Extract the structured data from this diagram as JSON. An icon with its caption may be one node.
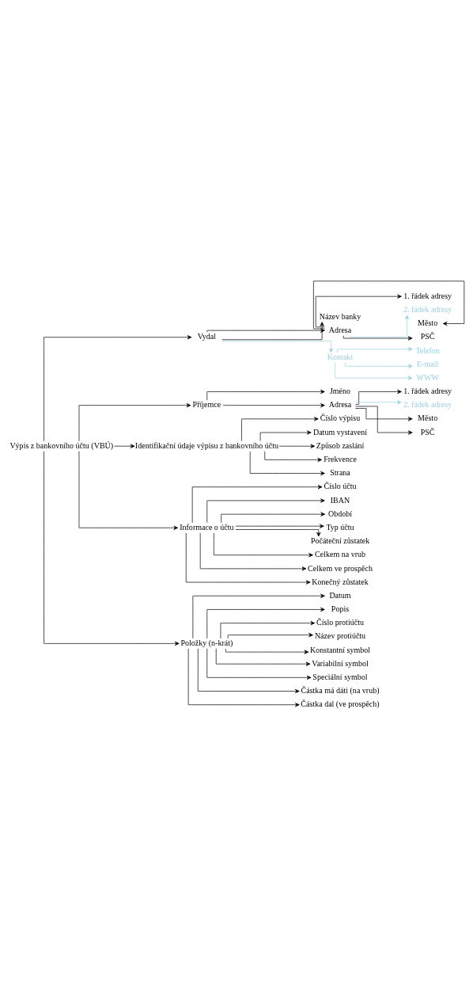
{
  "diagram": {
    "nodes": [
      {
        "text": [
          "Výpis z bankovního účtu (VBÚ)"
        ]
      },
      {
        "text": [
          "Vydal"
        ]
      },
      {
        "text": [
          "Název banky"
        ]
      },
      {
        "text": [
          "Adresa"
        ]
      },
      {
        "text": [
          "1. řádek adresy"
        ]
      },
      {
        "text": [
          "2. řádek adresy"
        ]
      },
      {
        "text": [
          "Město"
        ]
      },
      {
        "text": [
          "PSČ"
        ]
      },
      {
        "text": [
          "Kontakt"
        ]
      },
      {
        "text": [
          "Telefon"
        ]
      },
      {
        "text": [
          "E-mail"
        ]
      },
      {
        "text": [
          "WWW"
        ]
      },
      {
        "text": [
          "Příjemce"
        ]
      },
      {
        "text": [
          "Jméno"
        ]
      },
      {
        "text": [
          "Adresa"
        ]
      },
      {
        "text": [
          "1. řádek adresy"
        ]
      },
      {
        "text": [
          "2. řádek adresy"
        ]
      },
      {
        "text": [
          "Město"
        ]
      },
      {
        "text": [
          "PSČ"
        ]
      },
      {
        "text": [
          "Identifikační údaje výpisu z bankovního účtu"
        ]
      },
      {
        "text": [
          "Číslo výpisu"
        ]
      },
      {
        "text": [
          "Datum vystavení"
        ]
      },
      {
        "text": [
          "Způsob zaslání"
        ]
      },
      {
        "text": [
          "Frekvence"
        ]
      },
      {
        "text": [
          "Strana"
        ]
      },
      {
        "text": [
          "Informace o účtu"
        ]
      },
      {
        "text": [
          "Číslo účtu"
        ]
      },
      {
        "text": [
          "IBAN"
        ]
      },
      {
        "text": [
          "Období"
        ]
      },
      {
        "text": [
          "Typ účtu"
        ]
      },
      {
        "text": [
          "Počáteční zůstatek"
        ]
      },
      {
        "text": [
          "Celkem na vrub"
        ]
      },
      {
        "text": [
          "Celkem ve prospěch"
        ]
      },
      {
        "text": [
          "Konečný zůstatek"
        ]
      },
      {
        "text": [
          "Položky (n-krát)"
        ]
      },
      {
        "text": [
          "Datum"
        ]
      },
      {
        "text": [
          "Popis"
        ]
      },
      {
        "text": [
          "Číslo protiúčtu"
        ]
      },
      {
        "text": [
          "Název protiúčtu"
        ]
      },
      {
        "text": [
          "Konstantní symbol"
        ]
      },
      {
        "text": [
          "Variabilní symbol"
        ]
      },
      {
        "text": [
          "Speciální symbol"
        ]
      },
      {
        "text": [
          "Částka má dáti (na vrub)"
        ]
      },
      {
        "text": [
          "Částka dal (ve prospěch)"
        ]
      }
    ],
    "edges": [
      {
        "from": 0,
        "to": 1,
        "arrow": "to"
      },
      {
        "from": 1,
        "to": 2,
        "arrow": "to"
      },
      {
        "from": 1,
        "to": 3,
        "arrow": "to"
      },
      {
        "from": 3,
        "to": 4,
        "arrow": "to"
      },
      {
        "from": 3,
        "to": 5,
        "arrow": "to",
        "color": "#9dcfe0"
      },
      {
        "from": 3,
        "to": 6,
        "arrow": "to"
      },
      {
        "from": 3,
        "to": 7,
        "arrow": "to"
      },
      {
        "from": 1,
        "to": 8,
        "arrow": "to",
        "color": "#9dcfe0"
      },
      {
        "from": 8,
        "to": 9,
        "arrow": "to",
        "color": "#9dcfe0"
      },
      {
        "from": 8,
        "to": 10,
        "arrow": "to",
        "color": "#9dcfe0"
      },
      {
        "from": 8,
        "to": 11,
        "arrow": "to",
        "color": "#9dcfe0"
      },
      {
        "from": 0,
        "to": 12,
        "arrow": "to"
      },
      {
        "from": 12,
        "to": 13,
        "arrow": "to"
      },
      {
        "from": 12,
        "to": 14,
        "arrow": "to"
      },
      {
        "from": 14,
        "to": 15,
        "arrow": "to"
      },
      {
        "from": 14,
        "to": 16,
        "arrow": "to",
        "color": "#9dcfe0"
      },
      {
        "from": 14,
        "to": 17,
        "arrow": "to"
      },
      {
        "from": 14,
        "to": 18,
        "arrow": "to"
      },
      {
        "from": 0,
        "to": 19,
        "arrow": "to"
      },
      {
        "from": 19,
        "to": 20,
        "arrow": "to"
      },
      {
        "from": 19,
        "to": 21,
        "arrow": "to"
      },
      {
        "from": 19,
        "to": 22,
        "arrow": "to"
      },
      {
        "from": 19,
        "to": 23,
        "arrow": "to"
      },
      {
        "from": 19,
        "to": 24,
        "arrow": "to"
      },
      {
        "from": 0,
        "to": 25,
        "arrow": "to"
      },
      {
        "from": 25,
        "to": 26,
        "arrow": "to"
      },
      {
        "from": 25,
        "to": 27,
        "arrow": "to"
      },
      {
        "from": 25,
        "to": 28,
        "arrow": "to"
      },
      {
        "from": 25,
        "to": 29,
        "arrow": "to"
      },
      {
        "from": 25,
        "to": 30,
        "arrow": "to"
      },
      {
        "from": 25,
        "to": 31,
        "arrow": "to"
      },
      {
        "from": 25,
        "to": 32,
        "arrow": "to"
      },
      {
        "from": 25,
        "to": 33,
        "arrow": "to"
      },
      {
        "from": 0,
        "to": 34,
        "arrow": "to"
      },
      {
        "from": 34,
        "to": 35,
        "arrow": "to"
      },
      {
        "from": 34,
        "to": 36,
        "arrow": "to"
      },
      {
        "from": 34,
        "to": 37,
        "arrow": "to"
      },
      {
        "from": 34,
        "to": 38,
        "arrow": "to"
      },
      {
        "from": 34,
        "to": 39,
        "arrow": "to"
      },
      {
        "from": 34,
        "to": 40,
        "arrow": "to"
      },
      {
        "from": 34,
        "to": 41,
        "arrow": "to"
      },
      {
        "from": 34,
        "to": 42,
        "arrow": "to"
      },
      {
        "from": 34,
        "to": 43,
        "arrow": "to"
      }
    ]
  }
}
